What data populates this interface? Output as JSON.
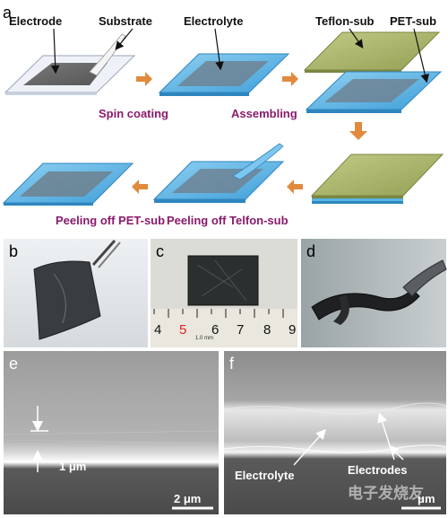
{
  "panel_a": {
    "panel_label": "a",
    "labels": {
      "electrode": "Electrode",
      "substrate": "Substrate",
      "electrolyte": "Electrolyte",
      "teflon_sub": "Teflon-sub",
      "pet_sub": "PET-sub"
    },
    "steps": {
      "spin_coating": "Spin coating",
      "assembling": "Assembling",
      "peeling_teflon": "Peeling off Telfon-sub",
      "peeling_pet": "Peeling off PET-sub"
    }
  },
  "panel_b": {
    "panel_label": "b"
  },
  "panel_c": {
    "panel_label": "c",
    "ruler_numbers": [
      "4",
      "5",
      "6",
      "7",
      "8",
      "9"
    ],
    "ruler_small": "1.0 mm"
  },
  "panel_d": {
    "panel_label": "d"
  },
  "panel_e": {
    "panel_label": "e",
    "thickness_label": "1 μm",
    "scale_bar": "2 μm"
  },
  "panel_f": {
    "panel_label": "f",
    "labels": {
      "electrolyte": "Electrolyte",
      "electrodes": "Electrodes"
    },
    "scale_bar": "μm"
  },
  "watermark": "电子发烧友",
  "colors": {
    "step_text": "#8b1a6b",
    "arrow": "#e08a3c",
    "electrolyte_blue": "#5ab4e6",
    "teflon_green": "#a9b56a"
  }
}
